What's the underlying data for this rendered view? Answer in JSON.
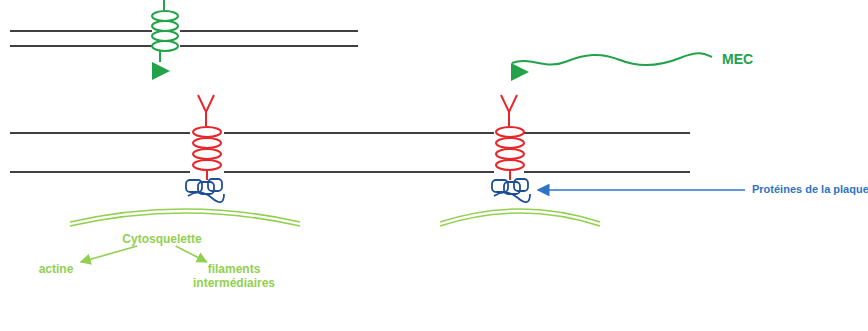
{
  "diagram": {
    "nodes": [
      {
        "text": [
          "Cytosquelette"
        ]
      },
      {
        "text": [
          "actine"
        ]
      },
      {
        "text": [
          "filaments intermédiaires"
        ]
      }
    ],
    "edges": [
      {
        "from": 0,
        "to": 1,
        "arrow": "to"
      },
      {
        "from": 0,
        "to": 2,
        "arrow": "to"
      }
    ],
    "labels": [
      "MEC",
      "Protéines de la plaque"
    ]
  }
}
